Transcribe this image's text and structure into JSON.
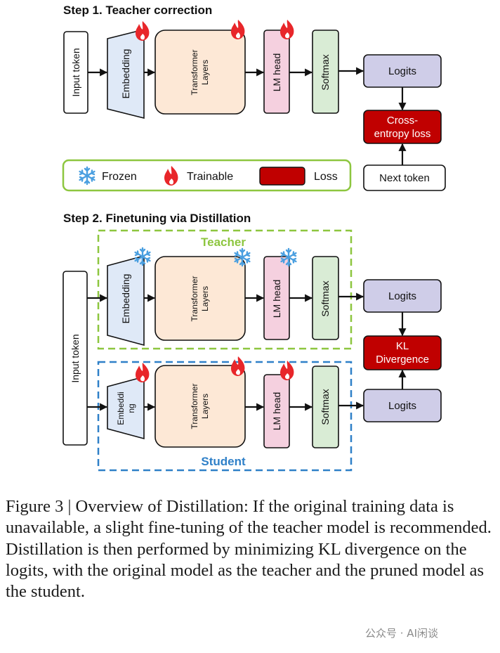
{
  "step1": {
    "title": "Step 1. Teacher correction",
    "input_token": "Input token",
    "embedding": "Embedding",
    "transformer_line1": "Transformer",
    "transformer_line2": "Layers",
    "lm_head": "LM head",
    "softmax": "Softmax",
    "logits": "Logits",
    "loss_line1": "Cross-",
    "loss_line2": "entropy loss",
    "next_token": "Next token"
  },
  "legend": {
    "frozen": "Frozen",
    "trainable": "Trainable",
    "loss": "Loss"
  },
  "step2": {
    "title": "Step 2. Finetuning via Distillation",
    "teacher_label": "Teacher",
    "student_label": "Student",
    "input_token": "Input token",
    "teacher_embedding": "Embedding",
    "student_embedding_line1": "Embeddi",
    "student_embedding_line2": "ng",
    "transformer_line1": "Transformer",
    "transformer_line2": "Layers",
    "lm_head": "LM head",
    "softmax": "Softmax",
    "teacher_logits": "Logits",
    "student_logits": "Logits",
    "kl_line1": "KL",
    "kl_line2": "Divergence"
  },
  "colors": {
    "teacher_green": "#8dc63f",
    "student_blue": "#2f80c8",
    "loss_red": "#c00000",
    "embedding_fill": "#dfe9f7",
    "transformer_fill": "#fde8d6",
    "lmhead_fill": "#f5d0df",
    "softmax_fill": "#d9ecd5",
    "logits_fill": "#cfcde8",
    "flame_red": "#e8262a",
    "snowflake_blue": "#4a9fe0"
  },
  "caption": "Figure 3 | Overview of Distillation: If the original training data is unavailable, a slight fine-tuning of the teacher model is recommended. Distillation is then performed by minimizing KL divergence on the logits, with the original model as the teacher and the pruned model as the student.",
  "watermark": "公众号 · AI闲谈"
}
